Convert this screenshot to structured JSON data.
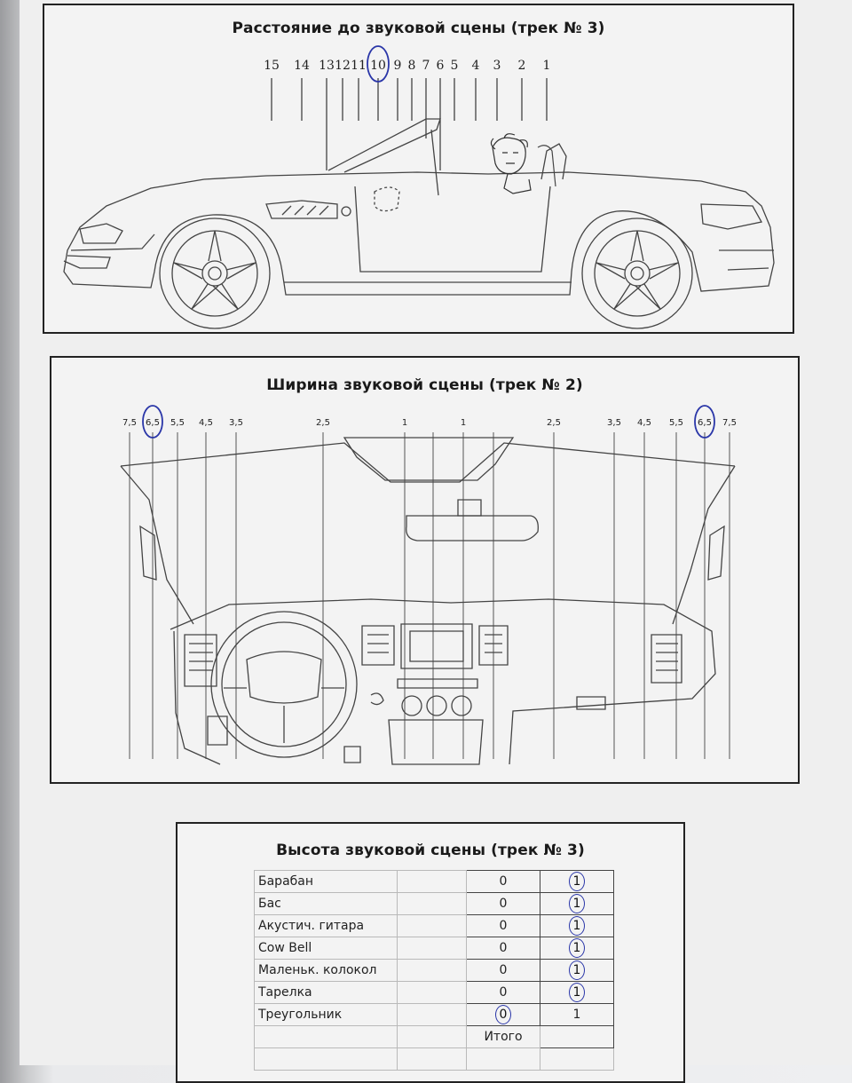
{
  "distance_panel": {
    "title": "Расстояние до звуковой сцены  (трек № 3)",
    "ticks": [
      "15",
      "14",
      "13",
      "12",
      "11",
      "10",
      "9",
      "8",
      "7",
      "6",
      "5",
      "4",
      "3",
      "2",
      "1"
    ],
    "circled": "10"
  },
  "width_panel": {
    "title": "Ширина звуковой сцены  (трек № 2)",
    "ticks": [
      "7,5",
      "6,5",
      "5,5",
      "4,5",
      "3,5",
      "2,5",
      "1",
      "1",
      "2,5",
      "3,5",
      "4,5",
      "5,5",
      "6,5",
      "7,5"
    ],
    "circled": [
      "6,5",
      "6,5"
    ]
  },
  "height_panel": {
    "title": "Высота звуковой сцены  (трек № 3)",
    "rows": [
      {
        "instrument": "Барабан",
        "value": "0",
        "mark": "1"
      },
      {
        "instrument": "Бас",
        "value": "0",
        "mark": "1"
      },
      {
        "instrument": "Акустич. гитара",
        "value": "0",
        "mark": "1"
      },
      {
        "instrument": "Cow Bell",
        "value": "0",
        "mark": "1"
      },
      {
        "instrument": "Маленьк. колокол",
        "value": "0",
        "mark": "1"
      },
      {
        "instrument": "Тарелка",
        "value": "0",
        "mark": "1"
      },
      {
        "instrument": "Треугольник",
        "value": "0",
        "mark": "1"
      }
    ],
    "total_label": "Итого"
  }
}
